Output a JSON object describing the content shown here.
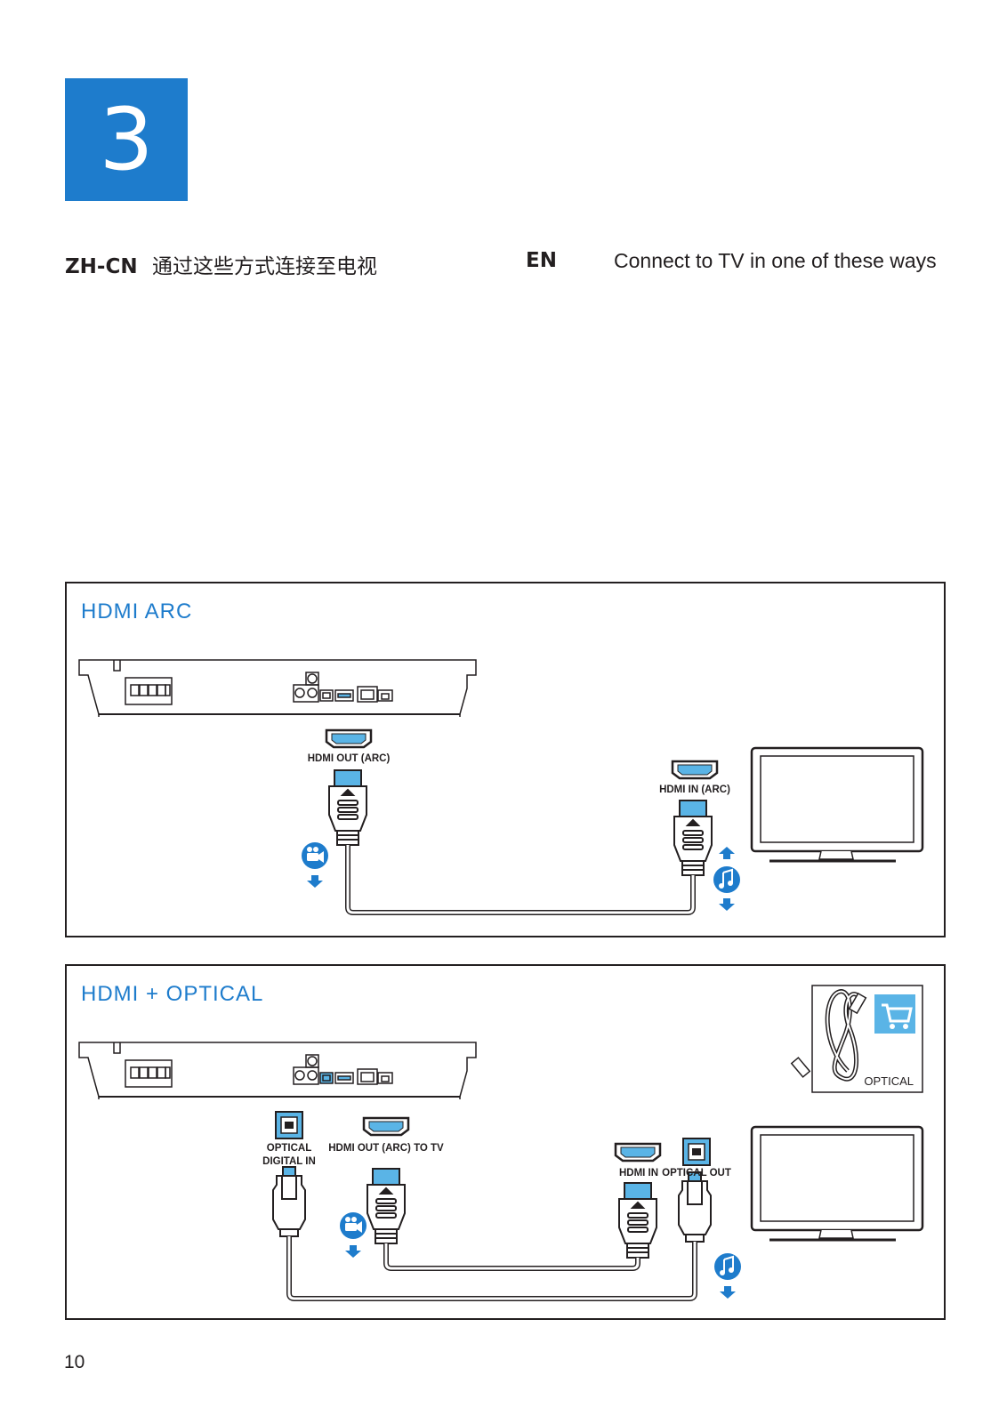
{
  "step": {
    "number": "3"
  },
  "header": {
    "zh_lang": "ZH-CN",
    "zh_text": "通过这些方式连接至电视",
    "en_lang": "EN",
    "en_text": "Connect to TV in one of these ways"
  },
  "panel1": {
    "title": "HDMI ARC",
    "hdmi_out_label": "HDMI OUT (ARC)",
    "hdmi_in_label": "HDMI IN (ARC)"
  },
  "panel2": {
    "title": "HDMI + OPTICAL",
    "optical_in_line1": "OPTICAL",
    "optical_in_line2": "DIGITAL IN",
    "hdmi_out_label": "HDMI OUT (ARC) TO TV",
    "hdmi_in_label": "HDMI IN",
    "optical_out_label": "OPTICAL OUT",
    "cable_label": "OPTICAL"
  },
  "footer": {
    "page_number": "10"
  },
  "colors": {
    "accent": "#1e7ccc",
    "port_fill": "#5ab4e6",
    "line": "#231f20"
  },
  "icons": [
    "video-icon",
    "music-icon",
    "arrow-down-icon",
    "arrow-up-icon",
    "cart-icon",
    "tv-icon"
  ]
}
